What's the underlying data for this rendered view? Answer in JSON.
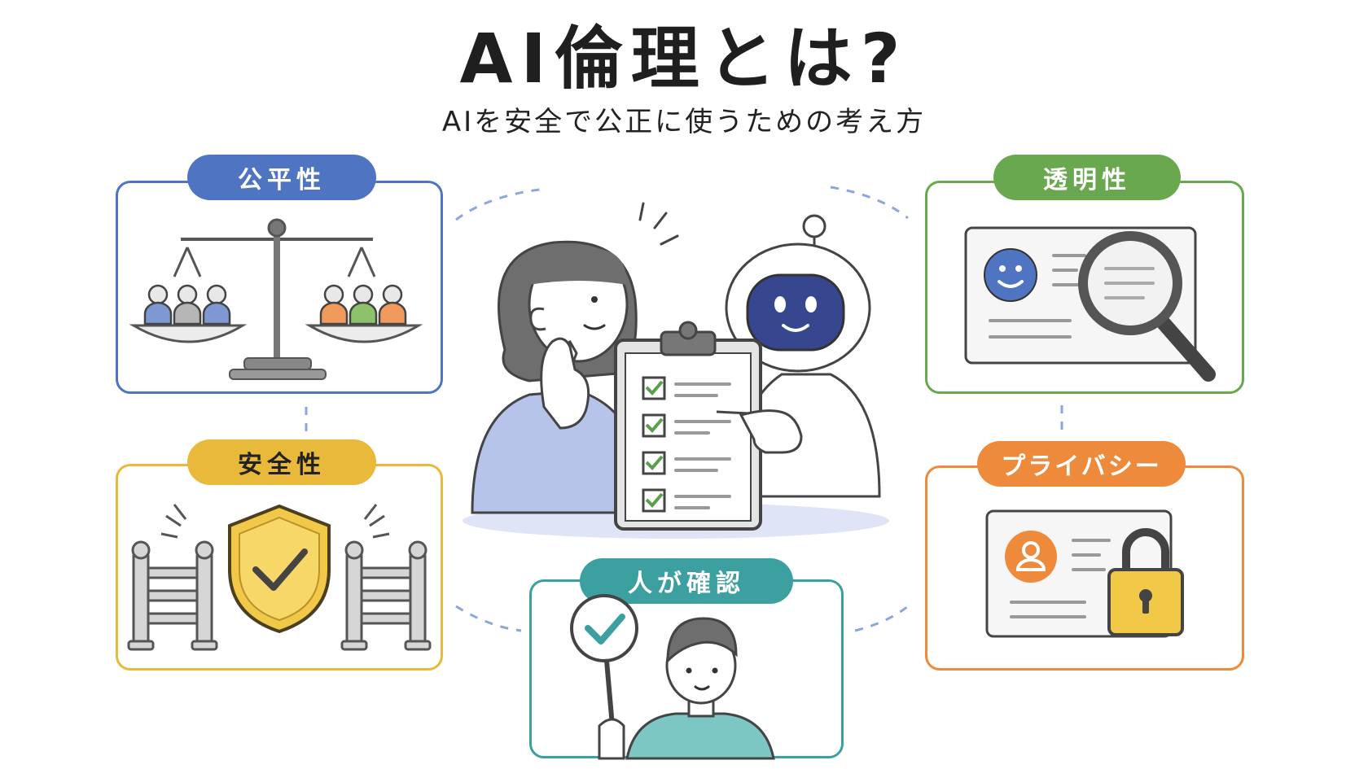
{
  "title": "AI倫理とは?",
  "subtitle": "AIを安全で公正に使うための考え方",
  "colors": {
    "fairness": "#4f74c2",
    "transparency": "#6aa84f",
    "safety": "#e8b93a",
    "privacy": "#ee8a3c",
    "human_check": "#3c9fa0",
    "dashed_connector": "#8ea6d8",
    "robot_face": "#37478f"
  },
  "panels": {
    "fairness": {
      "label": "公平性",
      "icon": "balance-scale-icon"
    },
    "transparency": {
      "label": "透明性",
      "icon": "magnifier-document-icon"
    },
    "safety": {
      "label": "安全性",
      "icon": "shield-check-icon"
    },
    "privacy": {
      "label": "プライバシー",
      "icon": "padlock-id-card-icon"
    },
    "human_check": {
      "label": "人が確認",
      "icon": "person-check-sign-icon"
    }
  },
  "center": {
    "icon": "woman-robot-checklist-icon"
  }
}
